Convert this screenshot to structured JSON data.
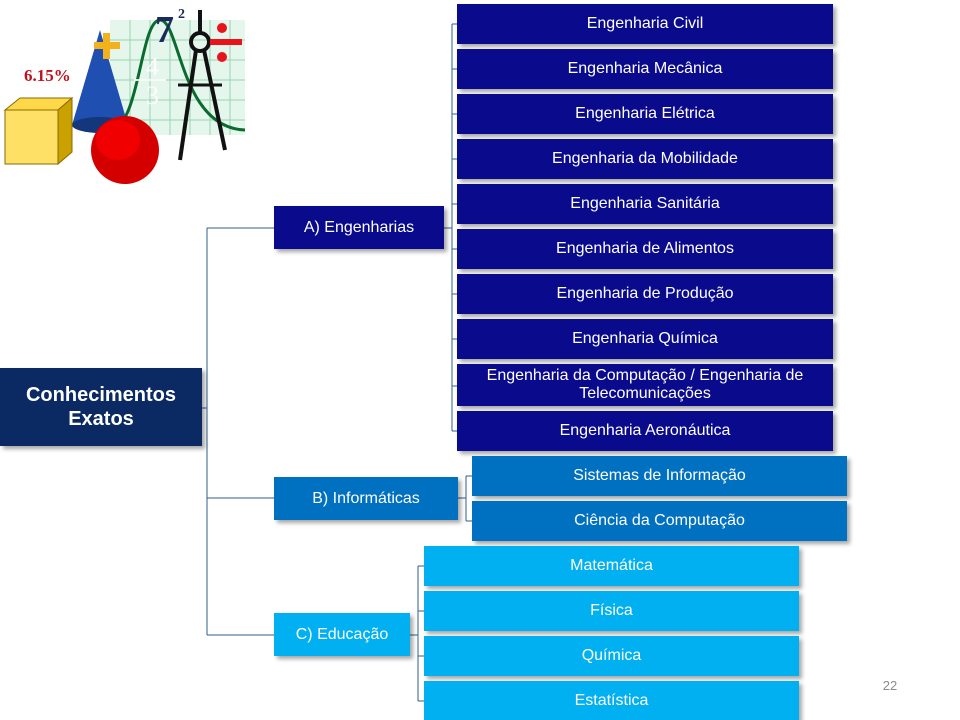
{
  "root": {
    "label": "Conhecimentos Exatos"
  },
  "branches": [
    {
      "label": "A) Engenharias",
      "children": [
        "Engenharia Civil",
        "Engenharia Mecânica",
        "Engenharia Elétrica",
        "Engenharia da Mobilidade",
        "Engenharia Sanitária",
        "Engenharia de Alimentos",
        "Engenharia de Produção",
        "Engenharia Química",
        "Engenharia da Computação / Engenharia de Telecomunicações",
        "Engenharia Aeronáutica"
      ]
    },
    {
      "label": "B) Informáticas",
      "children": [
        "Sistemas de Informação",
        "Ciência da Computação"
      ]
    },
    {
      "label": "C) Educação",
      "children": [
        "Matemática",
        "Física",
        "Química",
        "Estatística"
      ]
    }
  ],
  "clipart": {
    "percent_text": "6.15%",
    "seven": "7",
    "exponent": "2",
    "fraction_top": "4",
    "fraction_bottom": "3"
  },
  "page_number": "22",
  "colors": {
    "root": "#0b2a63",
    "engenharias": "#0a0a8c",
    "informaticas": "#0070c0",
    "educacao": "#00b0f0",
    "connector": "#2f5f8a"
  }
}
